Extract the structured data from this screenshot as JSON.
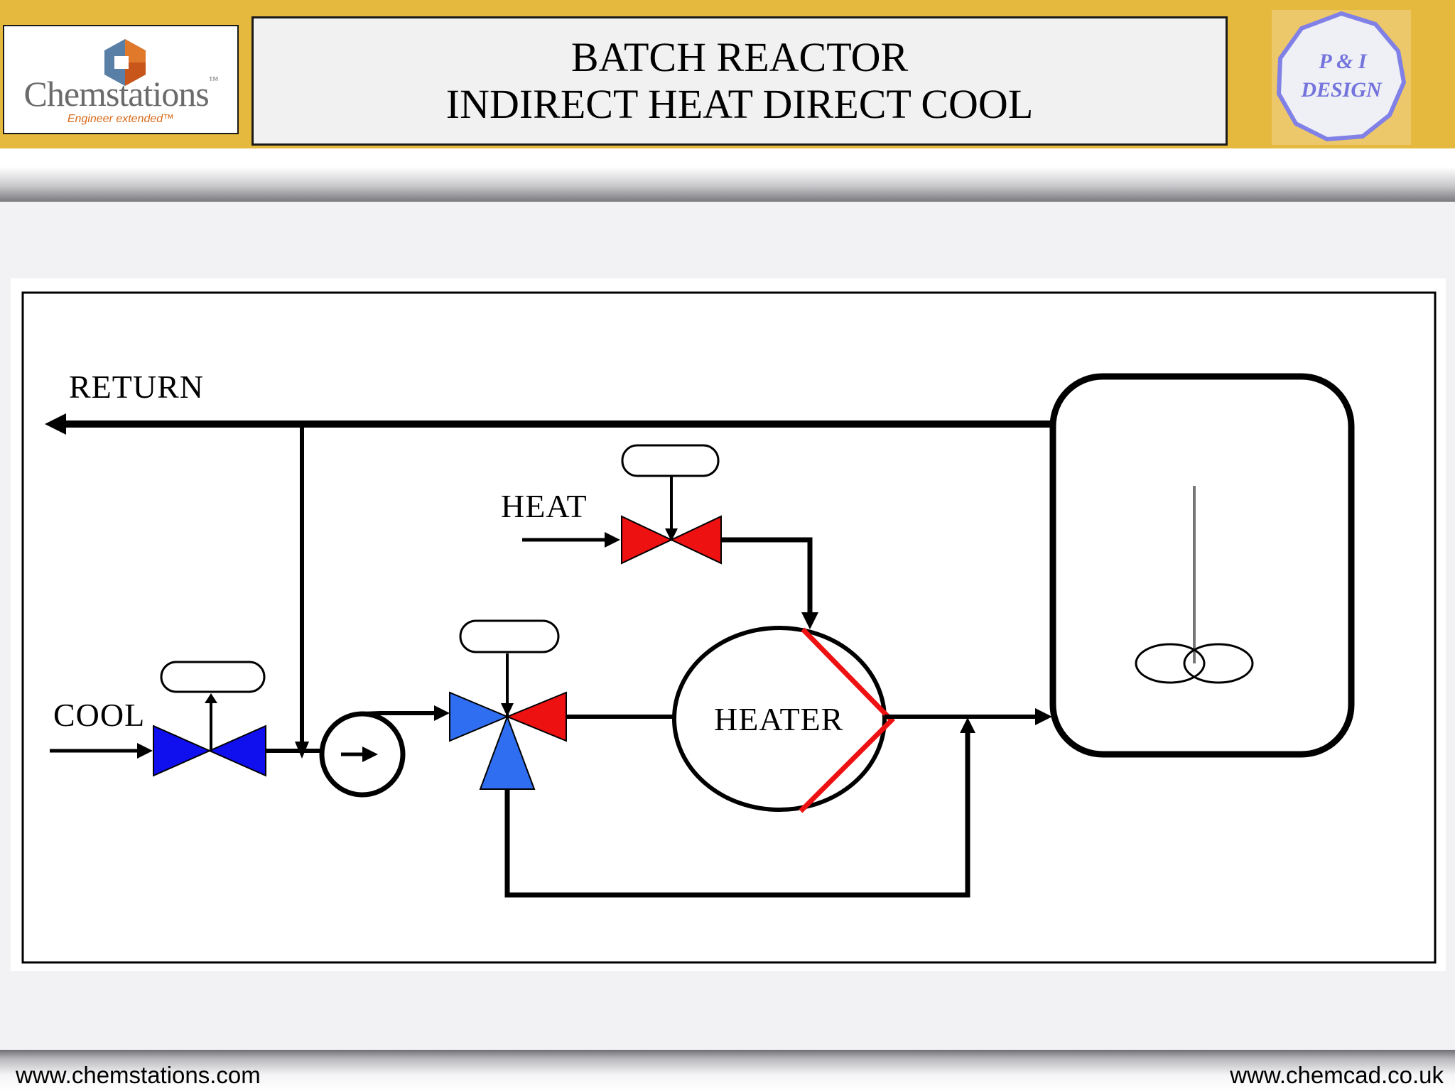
{
  "header": {
    "logo": {
      "name": "Chemstations",
      "trademark": "™",
      "tagline": "Engineer extended™"
    },
    "title_line1": "BATCH REACTOR",
    "title_line2": "INDIRECT HEAT DIRECT COOL",
    "badge": {
      "line1": "P & I",
      "line2": "DESIGN"
    }
  },
  "diagram": {
    "labels": {
      "return": "RETURN",
      "heat": "HEAT",
      "cool": "COOL",
      "heater": "HEATER"
    },
    "colors": {
      "heat_valve": "#ee1111",
      "cool_valve": "#1010ee",
      "mix_valve_blue": "#2f6ef0",
      "heater_coil": "#ee1111",
      "line": "#000000"
    }
  },
  "footer": {
    "left_url": "www.chemstations.com",
    "right_url": "www.chemcad.co.uk"
  }
}
